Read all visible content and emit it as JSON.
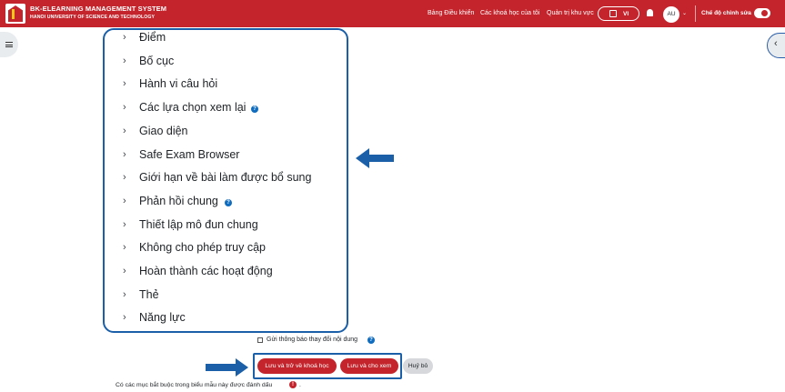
{
  "header": {
    "brand_title": "BK-ELEARNING MANAGEMENT SYSTEM",
    "brand_subtitle": "HANOI UNIVERSITY OF SCIENCE AND TECHNOLOGY",
    "nav": [
      "Bảng Điều khiển",
      "Các khoá học của tôi",
      "Quản trị khu vực"
    ],
    "language": "VI",
    "avatar_initials": "AU",
    "edit_mode_label": "Chế độ chỉnh sửa",
    "edit_mode_on": true,
    "brand_color": "#c4242c"
  },
  "sections": [
    {
      "label": "Điểm",
      "help": false
    },
    {
      "label": "Bố cục",
      "help": false
    },
    {
      "label": "Hành vi câu hỏi",
      "help": false
    },
    {
      "label": "Các lựa chọn xem lại",
      "help": true
    },
    {
      "label": "Giao diện",
      "help": false
    },
    {
      "label": "Safe Exam Browser",
      "help": false
    },
    {
      "label": "Giới hạn về bài làm được bổ sung",
      "help": false
    },
    {
      "label": "Phản hồi chung",
      "help": true
    },
    {
      "label": "Thiết lập mô đun chung",
      "help": false
    },
    {
      "label": "Không cho phép truy cập",
      "help": false
    },
    {
      "label": "Hoàn thành các hoạt động",
      "help": false
    },
    {
      "label": "Thẻ",
      "help": false
    },
    {
      "label": "Năng lực",
      "help": false
    }
  ],
  "notify": {
    "label": "Gửi thông báo thay đổi nội dung",
    "checked": false
  },
  "buttons": {
    "save_return": "Lưu và trở về khoá học",
    "save_display": "Lưu và cho xem",
    "cancel": "Huỷ bỏ"
  },
  "footer": {
    "required_note": "Có các mục bắt buộc trong biểu mẫu này được đánh dấu",
    "required_icon": "!",
    "trailing_period": "."
  },
  "icons": {
    "help": "?",
    "chevron": "›",
    "drawer_right": "‹"
  },
  "annotation_color": "#1a5fa8"
}
